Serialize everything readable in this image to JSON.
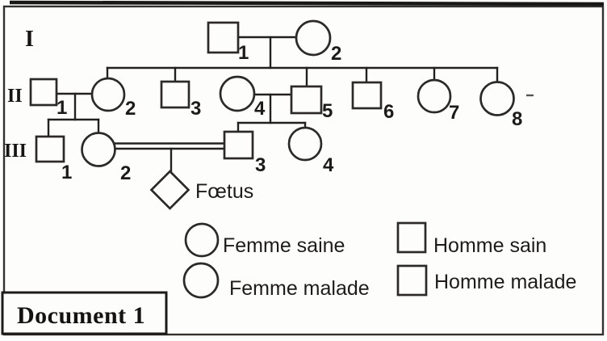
{
  "document_title": "Document 1",
  "colors": {
    "affected_fill": "#4d4c4c",
    "line": "#222120",
    "paper": "#fdfdfb"
  },
  "pedigree": {
    "generation_labels": [
      "I",
      "II",
      "III"
    ],
    "generation_1": [
      {
        "id": "I-1",
        "number": "1",
        "sex": "homme",
        "status": "sain"
      },
      {
        "id": "I-2",
        "number": "2",
        "sex": "femme",
        "status": "saine"
      }
    ],
    "generation_2": [
      {
        "id": "II-1",
        "number": "1",
        "sex": "homme",
        "status": "sain"
      },
      {
        "id": "II-2",
        "number": "2",
        "sex": "femme",
        "status": "saine"
      },
      {
        "id": "II-3",
        "number": "3",
        "sex": "homme",
        "status": "malade"
      },
      {
        "id": "II-4",
        "number": "4",
        "sex": "femme",
        "status": "saine"
      },
      {
        "id": "II-5",
        "number": "5",
        "sex": "homme",
        "status": "sain"
      },
      {
        "id": "II-6",
        "number": "6",
        "sex": "homme",
        "status": "sain"
      },
      {
        "id": "II-7",
        "number": "7",
        "sex": "femme",
        "status": "saine"
      },
      {
        "id": "II-8",
        "number": "8",
        "sex": "femme",
        "status": "malade"
      }
    ],
    "generation_3": [
      {
        "id": "III-1",
        "number": "1",
        "sex": "homme",
        "status": "sain"
      },
      {
        "id": "III-2",
        "number": "2",
        "sex": "femme",
        "status": "malade"
      },
      {
        "id": "III-3",
        "number": "3",
        "sex": "homme",
        "status": "sain"
      },
      {
        "id": "III-4",
        "number": "4",
        "sex": "femme",
        "status": "saine"
      }
    ],
    "fetus_label": "Fœtus"
  },
  "legend": {
    "items": [
      {
        "symbol": "circle-open",
        "label": "Femme saine"
      },
      {
        "symbol": "circle-filled",
        "label": "Femme malade"
      },
      {
        "symbol": "square-open",
        "label": "Homme sain"
      },
      {
        "symbol": "square-filled",
        "label": "Homme malade"
      }
    ]
  }
}
